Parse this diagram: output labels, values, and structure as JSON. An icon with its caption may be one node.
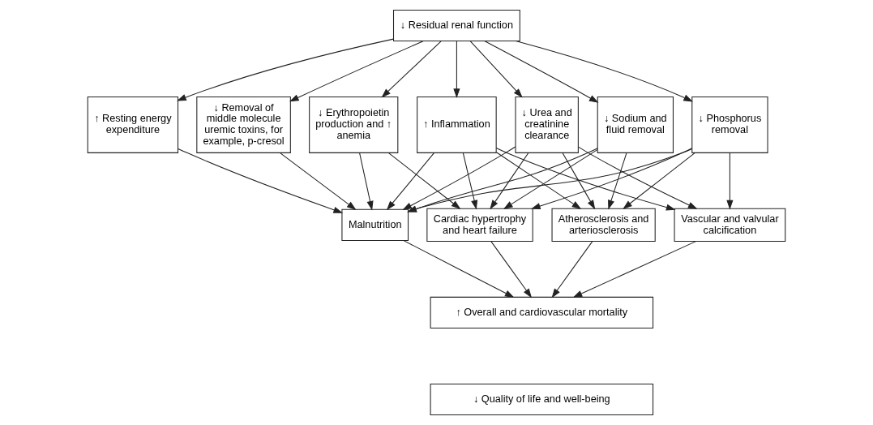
{
  "diagram": {
    "nodes": [
      {
        "text": [
          "↓ Residual renal function"
        ]
      },
      {
        "text": [
          "↑ Resting energy expenditure"
        ]
      },
      {
        "text": [
          "↓ Removal of middle molecule uremic toxins, for example, p-cresol"
        ]
      },
      {
        "text": [
          "↓ Erythropoietin production and ↑ anemia"
        ]
      },
      {
        "text": [
          "↑ Inflammation"
        ]
      },
      {
        "text": [
          "↓ Urea and creatinine clearance"
        ]
      },
      {
        "text": [
          "↓ Sodium and fluid removal"
        ]
      },
      {
        "text": [
          "↓ Phosphorus removal"
        ]
      },
      {
        "text": [
          "Malnutrition"
        ]
      },
      {
        "text": [
          "Cardiac hypertrophy and heart failure"
        ]
      },
      {
        "text": [
          "Atherosclerosis and arteriosclerosis"
        ]
      },
      {
        "text": [
          "Vascular and valvular calcification"
        ]
      },
      {
        "text": [
          "↑ Overall and cardiovascular mortality"
        ]
      },
      {
        "text": [
          "↓ Quality of life and well-being"
        ]
      }
    ],
    "edges": [
      {
        "from": 0,
        "to": 1,
        "arrow": "to"
      },
      {
        "from": 0,
        "to": 2,
        "arrow": "to"
      },
      {
        "from": 0,
        "to": 3,
        "arrow": "to"
      },
      {
        "from": 0,
        "to": 4,
        "arrow": "to"
      },
      {
        "from": 0,
        "to": 5,
        "arrow": "to"
      },
      {
        "from": 0,
        "to": 6,
        "arrow": "to"
      },
      {
        "from": 0,
        "to": 7,
        "arrow": "to"
      },
      {
        "from": 1,
        "to": 8,
        "arrow": "to"
      },
      {
        "from": 2,
        "to": 8,
        "arrow": "to"
      },
      {
        "from": 3,
        "to": 8,
        "arrow": "to"
      },
      {
        "from": 3,
        "to": 9,
        "arrow": "to"
      },
      {
        "from": 4,
        "to": 8,
        "arrow": "to"
      },
      {
        "from": 4,
        "to": 9,
        "arrow": "to"
      },
      {
        "from": 4,
        "to": 10,
        "arrow": "to"
      },
      {
        "from": 4,
        "to": 11,
        "arrow": "to"
      },
      {
        "from": 5,
        "to": 8,
        "arrow": "to"
      },
      {
        "from": 5,
        "to": 9,
        "arrow": "to"
      },
      {
        "from": 5,
        "to": 10,
        "arrow": "to"
      },
      {
        "from": 5,
        "to": 11,
        "arrow": "to"
      },
      {
        "from": 6,
        "to": 8,
        "arrow": "to"
      },
      {
        "from": 6,
        "to": 9,
        "arrow": "to"
      },
      {
        "from": 6,
        "to": 10,
        "arrow": "to"
      },
      {
        "from": 7,
        "to": 8,
        "arrow": "to"
      },
      {
        "from": 7,
        "to": 9,
        "arrow": "to"
      },
      {
        "from": 7,
        "to": 10,
        "arrow": "to"
      },
      {
        "from": 7,
        "to": 11,
        "arrow": "to"
      },
      {
        "from": 8,
        "to": 12,
        "arrow": "to"
      },
      {
        "from": 9,
        "to": 12,
        "arrow": "to"
      },
      {
        "from": 10,
        "to": 12,
        "arrow": "to"
      },
      {
        "from": 11,
        "to": 12,
        "arrow": "to"
      }
    ]
  }
}
